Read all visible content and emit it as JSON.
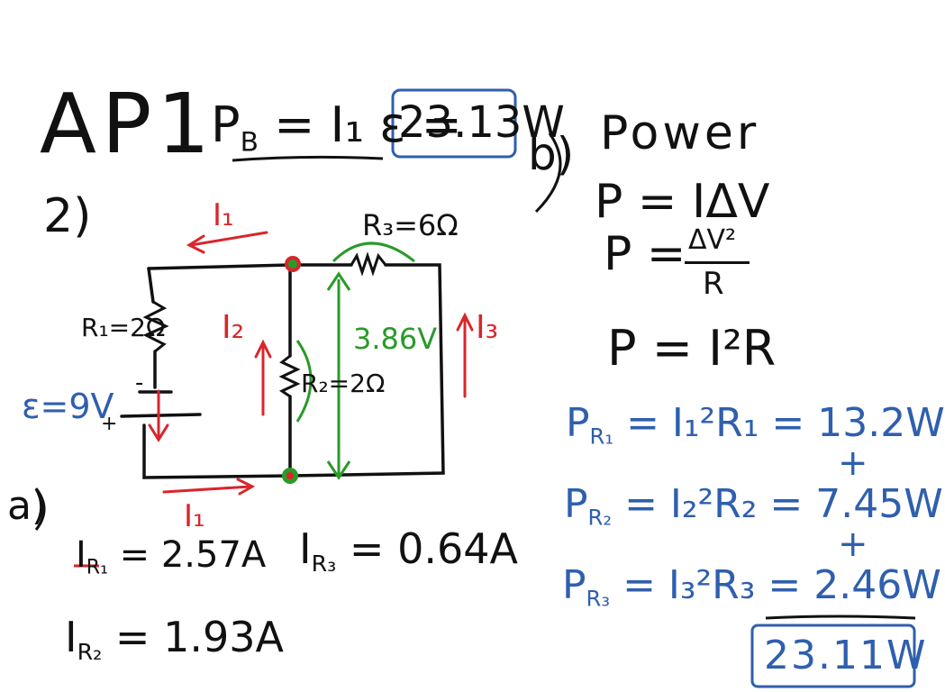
{
  "header": {
    "title": "AP1",
    "battery_power": {
      "symbol": "P",
      "sub": "B",
      "expr": "= I₁ ε =",
      "result": "23.13W"
    }
  },
  "part_labels": {
    "two": "2)",
    "a": "a)",
    "b": "b)"
  },
  "circuit": {
    "r1_label": "R₁=2Ω",
    "r2_label": "R₂=2Ω",
    "r3_label": "R₃=6Ω",
    "emf_label": "ε=9V",
    "voltage_drop": "3.86V",
    "current_top": "I₁",
    "current_bottom": "I₁",
    "current_mid": "I₂",
    "current_right": "I₃",
    "minus": "-",
    "plus": "+"
  },
  "part_a": {
    "i_r1": {
      "lead": "I",
      "sub": "R₁",
      "value": "= 2.57A"
    },
    "i_r3": {
      "lead": "I",
      "sub": "R₃",
      "value": "= 0.64A"
    },
    "i_r2": {
      "lead": "I",
      "sub": "R₂",
      "value": "= 1.93A"
    }
  },
  "part_b": {
    "heading": "Power",
    "formula1": "P = IΔV",
    "formula2_lhs": "P =",
    "formula2_num": "ΔV²",
    "formula2_den": "R",
    "formula3": "P = I²R",
    "rows": [
      {
        "p": "P",
        "sub": "R₁",
        "expr": "= I₁²R₁ = 13.2W"
      },
      {
        "p": "P",
        "sub": "R₂",
        "expr": "= I₂²R₂ = 7.45W"
      },
      {
        "p": "P",
        "sub": "R₃",
        "expr": "= I₃²R₃ = 2.46W"
      }
    ],
    "plus": "+",
    "total": "23.11W"
  }
}
